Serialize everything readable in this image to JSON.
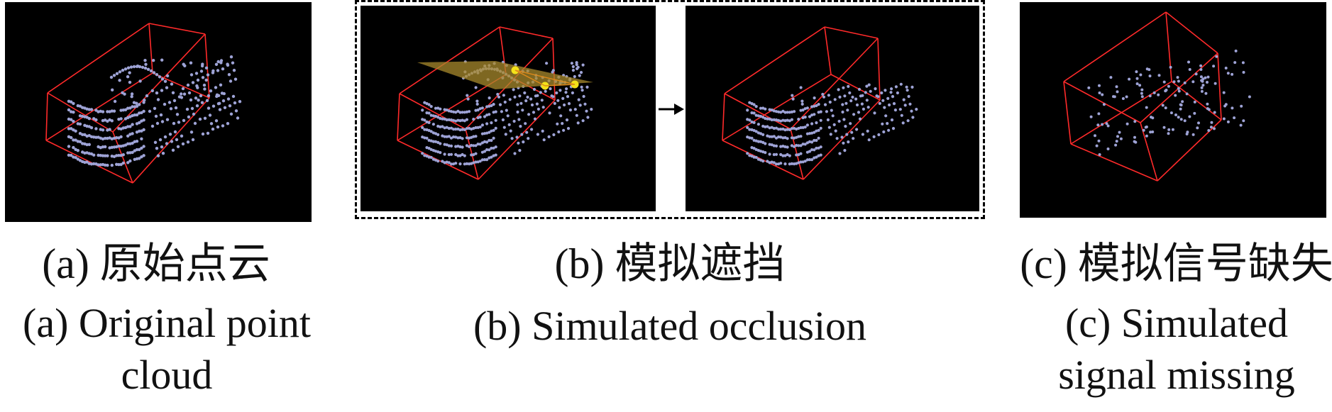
{
  "panels": {
    "a": {
      "cn": "(a) 原始点云",
      "en": "(a) Original point cloud"
    },
    "b": {
      "cn": "(b) 模拟遮挡",
      "en": "(b) Simulated occlusion"
    },
    "c": {
      "cn": "(c) 模拟信号缺失",
      "en": "(c) Simulated signal missing"
    }
  },
  "colors": {
    "background": "#000000",
    "box": "#ff2a2a",
    "points": "#9ea3d6",
    "plane": "#a88a2c",
    "spheres": "#f4e21a"
  },
  "icons": [
    "arrow-right-icon"
  ]
}
